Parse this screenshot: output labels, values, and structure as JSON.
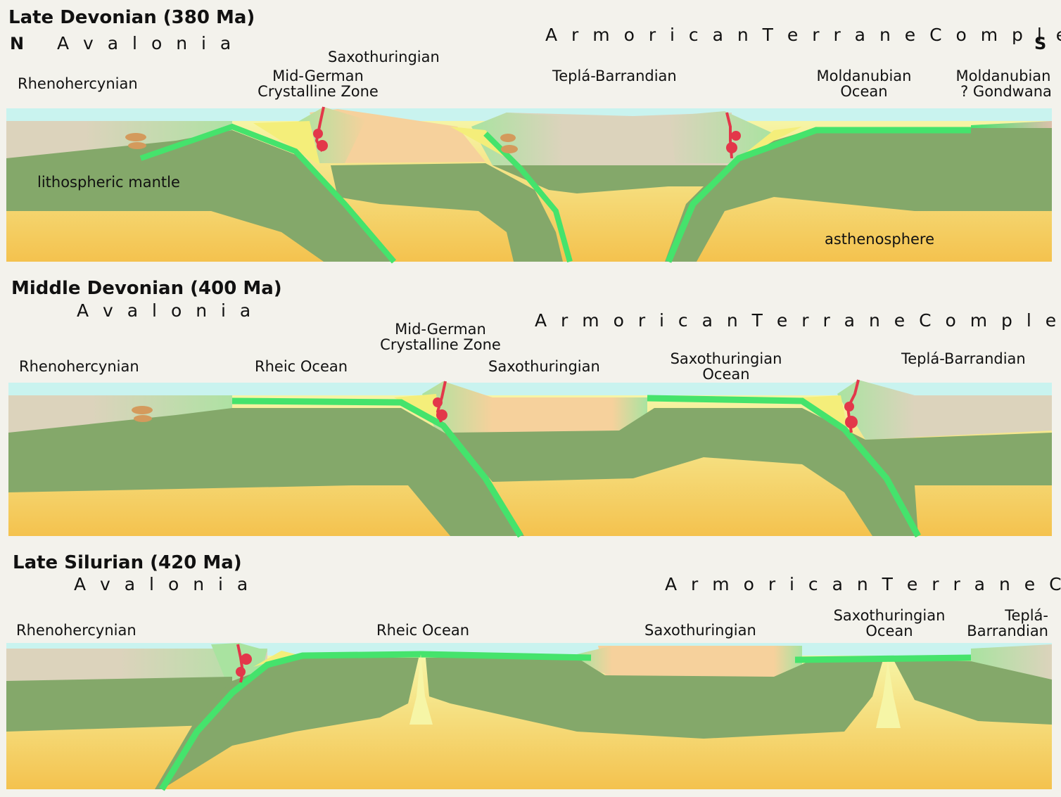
{
  "colors": {
    "sea": "#c9f3ef",
    "crust_grey": "#dcd3bc",
    "crust_orange": "#f6d19c",
    "crust_pink": "#dcc0ab",
    "arc_green": "#a9e3a0",
    "mantle": "#84a86a",
    "oceanic_crust": "#45e36c",
    "asthenosphere_top": "#f6f5a6",
    "asthenosphere_bottom": "#f4c24e",
    "magma": "#e3374a",
    "granite": "#d49a5c",
    "accretion": "#f4ee7a"
  },
  "panels": [
    {
      "title": "Late Devonian (380 Ma)",
      "north": "N",
      "south": "S",
      "avalonia": "A v a l o n i a",
      "armorican": "A r m o r i c a n   T e r r a n e   C o m p l e x",
      "terranes": [
        {
          "text": "Rhenohercynian"
        },
        {
          "text": "Saxothuringian"
        },
        {
          "text": "Mid-German",
          "text2": "Crystalline Zone"
        },
        {
          "text": "Teplá-Barrandian"
        },
        {
          "text": "Moldanubian",
          "text2": "Ocean"
        },
        {
          "text": "Moldanubian",
          "text2": "? Gondwana"
        }
      ],
      "annotations": [
        "lithospheric mantle",
        "asthenosphere"
      ]
    },
    {
      "title": "Middle Devonian (400 Ma)",
      "avalonia": "A v a l o n i a",
      "armorican": "A r m o r i c a n   T e r r a n e   C o m p l e x",
      "terranes": [
        {
          "text": "Rhenohercynian"
        },
        {
          "text": "Rheic Ocean"
        },
        {
          "text": "Mid-German",
          "text2": "Crystalline Zone"
        },
        {
          "text": "Saxothuringian"
        },
        {
          "text": "Saxothuringian",
          "text2": "Ocean"
        },
        {
          "text": "Teplá-Barrandian"
        }
      ]
    },
    {
      "title": "Late Silurian (420 Ma)",
      "avalonia": "A v a l o n i a",
      "armorican": "A r m o r i c a n   T e r r a n e   C o m p l e x",
      "terranes": [
        {
          "text": "Rhenohercynian"
        },
        {
          "text": "Rheic Ocean"
        },
        {
          "text": "Saxothuringian"
        },
        {
          "text": "Saxothuringian",
          "text2": "Ocean"
        },
        {
          "text": "Teplá-",
          "text2": "Barrandian"
        }
      ]
    }
  ]
}
